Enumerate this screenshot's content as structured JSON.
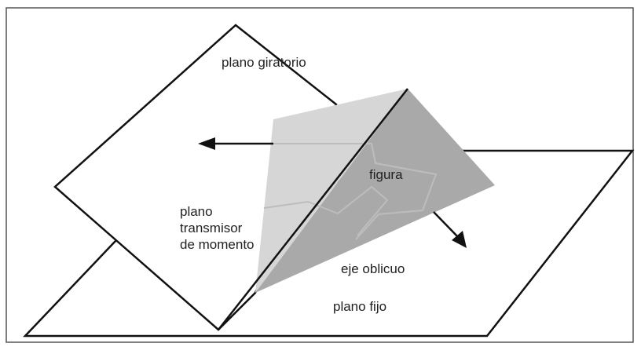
{
  "labels": {
    "rotating_plane": "plano giratorio",
    "figure": "figura",
    "moment_plane_line1": "plano",
    "moment_plane_line2": "transmisor",
    "moment_plane_line3": "de momento",
    "oblique_axis": "eje oblicuo",
    "fixed_plane": "plano fijo"
  },
  "colors": {
    "outline": "#111111",
    "frame": "#555555",
    "figure_light": "#d6d6d6",
    "figure_dark": "#a9a9a9",
    "figure_outline": "#bdbdbd",
    "text": "#222222"
  }
}
